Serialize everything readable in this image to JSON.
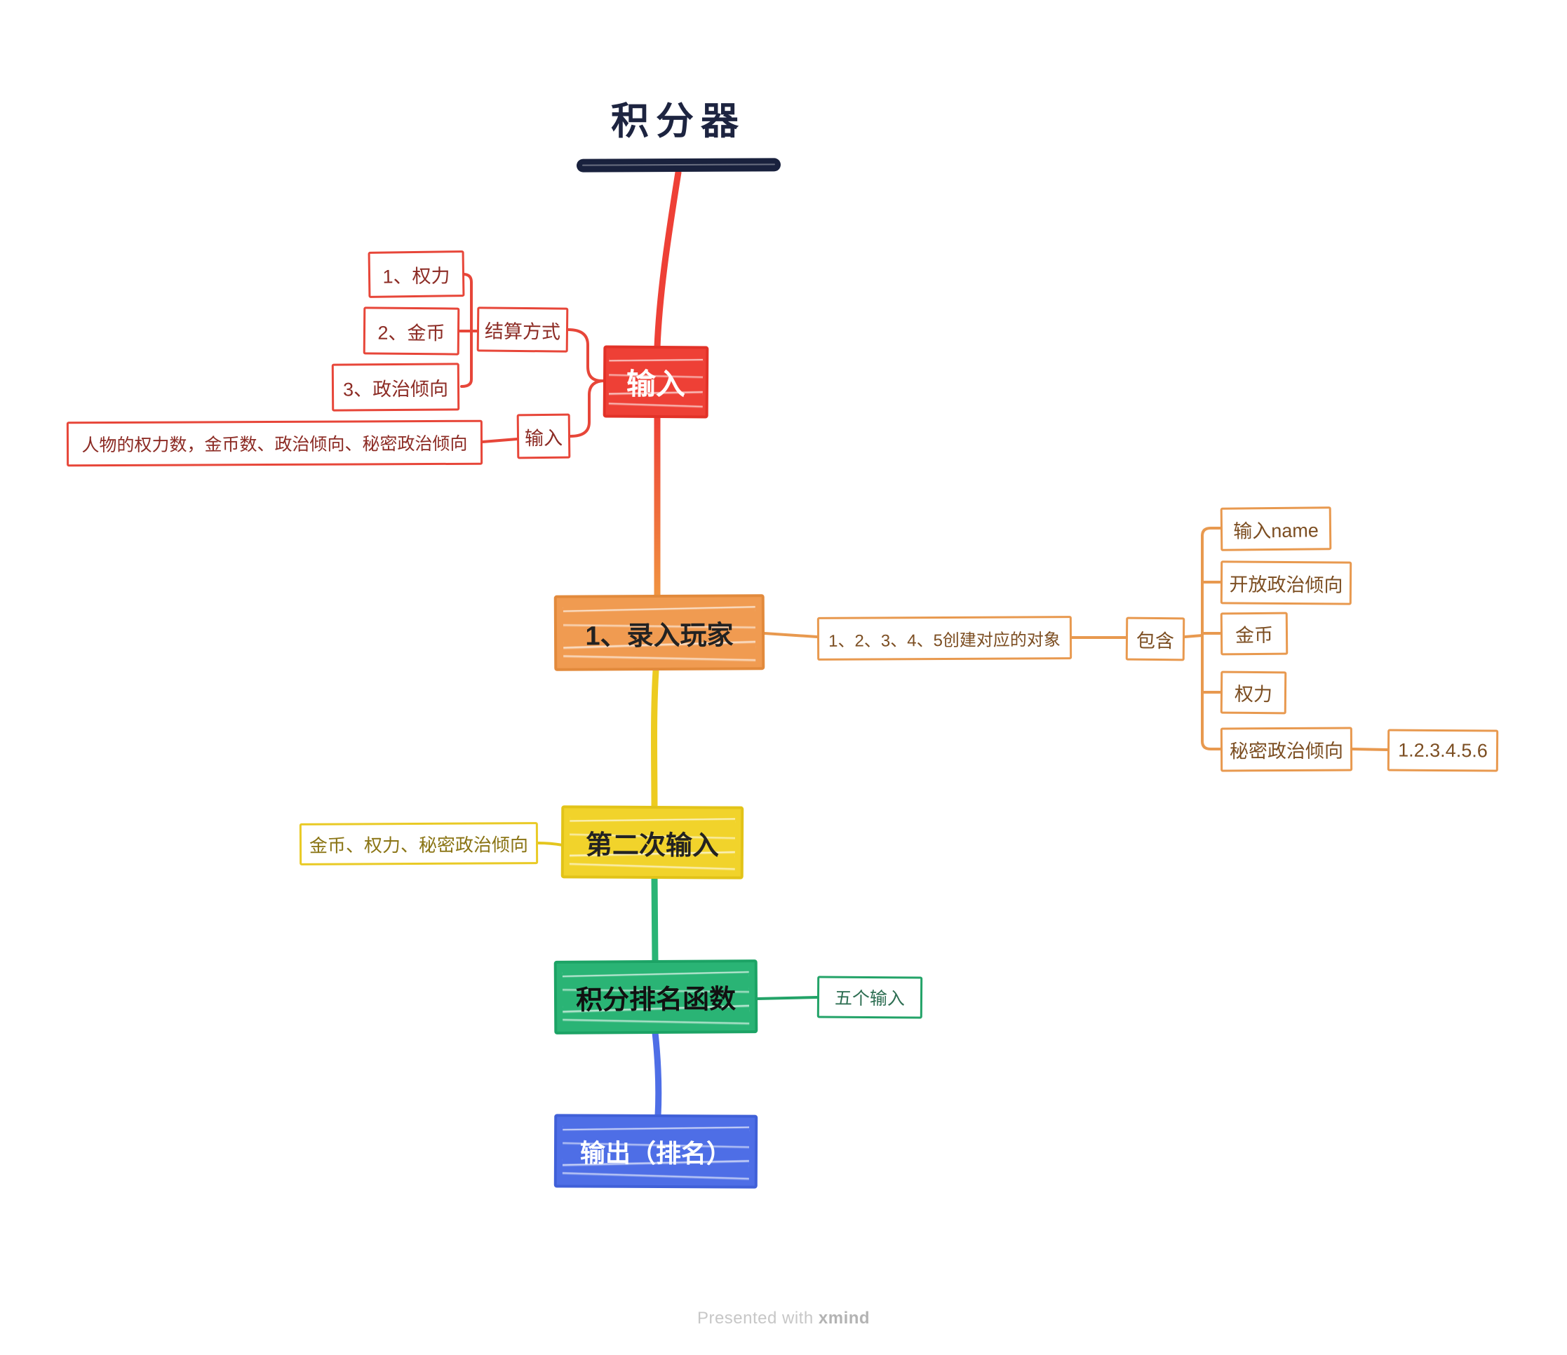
{
  "title": "积分器",
  "main_nodes": {
    "input": "输入",
    "record_players": "1、录入玩家",
    "second_input": "第二次输入",
    "score_ranking": "积分排名函数",
    "output": "输出（排名）"
  },
  "red_branch": {
    "settle": "结算方式",
    "items": [
      "1、权力",
      "2、金币",
      "3、政治倾向"
    ],
    "input_label": "输入",
    "detail": "人物的权力数，金币数、政治倾向、秘密政治倾向"
  },
  "orange_branch": {
    "create": "1、2、3、4、5创建对应的对象",
    "contain": "包含",
    "fields": [
      "输入name",
      "开放政治倾向",
      "金币",
      "权力",
      "秘密政治倾向"
    ],
    "values": "1.2.3.4.5.6"
  },
  "yellow_branch": {
    "detail": "金币、权力、秘密政治倾向"
  },
  "green_branch": {
    "detail": "五个输入"
  },
  "footer": {
    "prefix": "Presented with",
    "brand": "xmind"
  },
  "colors": {
    "red": "#ee4036",
    "orange": "#f09b51",
    "yellow": "#f1d32b",
    "green": "#2ab475",
    "blue": "#4e6ee6",
    "ink": "#19213d"
  }
}
